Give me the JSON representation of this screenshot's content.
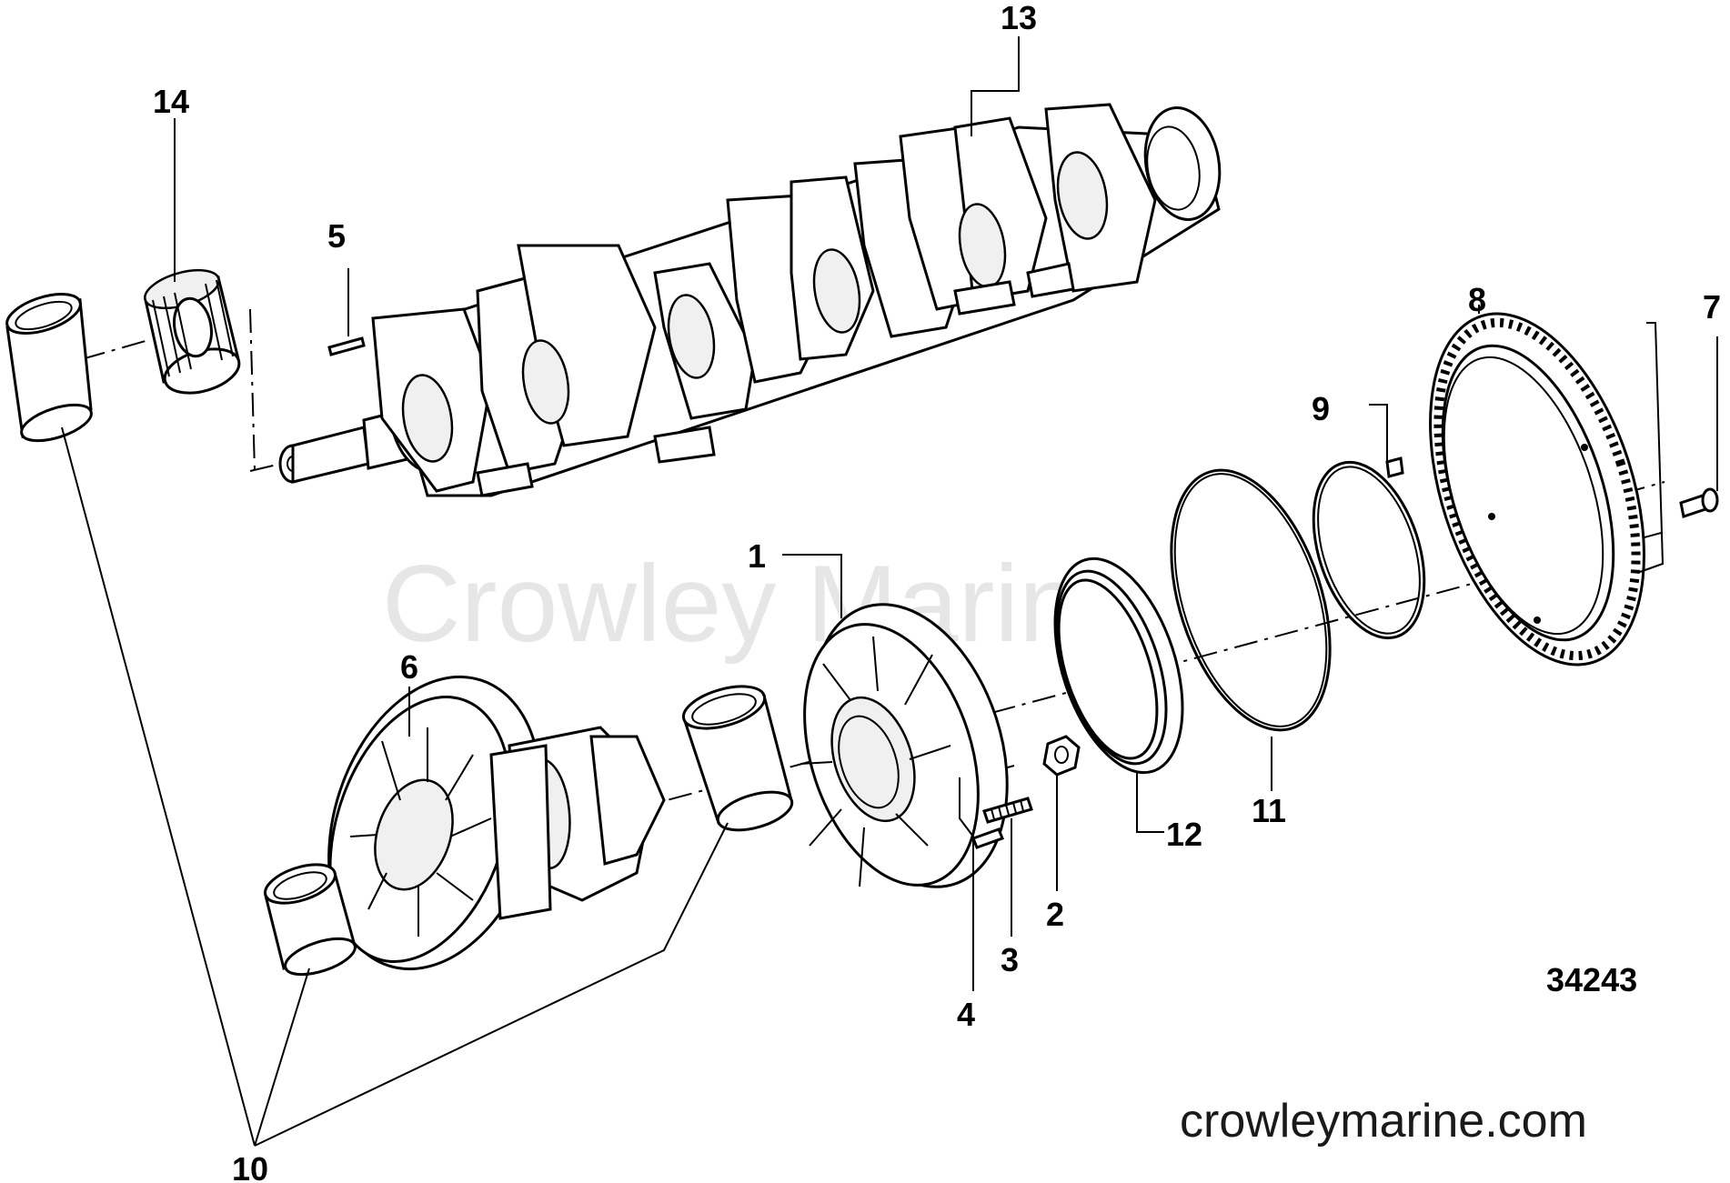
{
  "diagram": {
    "watermark": "Crowley Marine",
    "website": "crowleymarine.com",
    "figure_number": "34243",
    "callouts": {
      "c1": "1",
      "c2": "2",
      "c3": "3",
      "c4": "4",
      "c5": "5",
      "c6": "6",
      "c7": "7",
      "c8": "8",
      "c9": "9",
      "c10": "10",
      "c11": "11",
      "c12": "12",
      "c13": "13",
      "c14": "14"
    }
  }
}
